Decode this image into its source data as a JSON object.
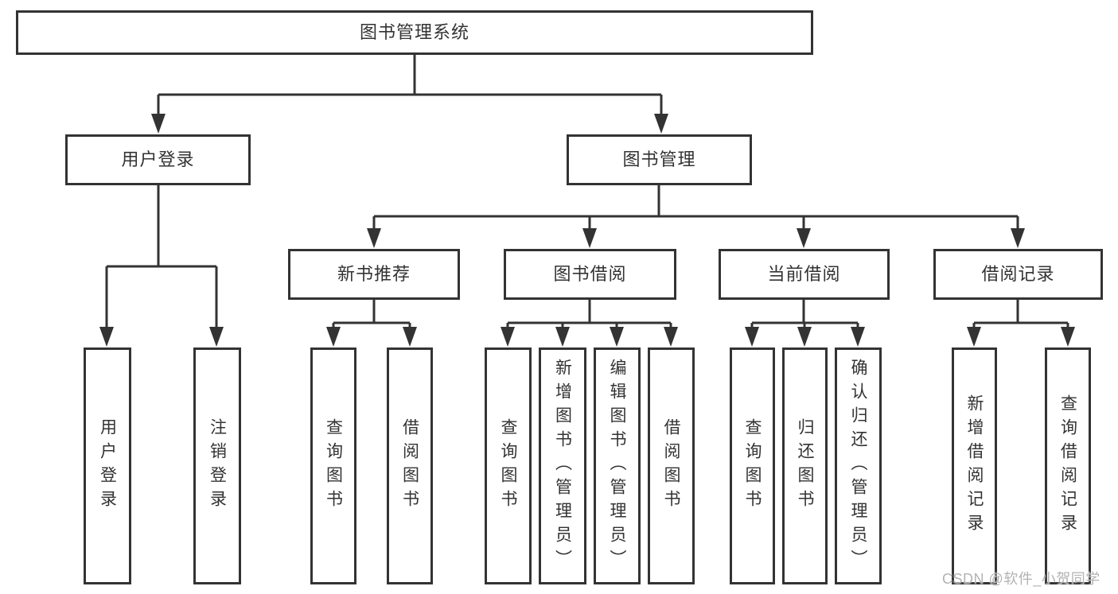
{
  "diagram": {
    "title": "图书管理系统",
    "line_color": "#333333",
    "box_border_color": "#333333",
    "box_fill_color": "#ffffff",
    "text_color": "#333333",
    "watermark": "CSDN @软件_小贺同学",
    "watermark_color": "#b3b3b3",
    "nodes": {
      "root": "图书管理系统",
      "user_login": "用户登录",
      "book_mgmt": "图书管理",
      "new_books": "新书推荐",
      "book_borrow": "图书借阅",
      "current_borrow": "当前借阅",
      "borrow_records": "借阅记录",
      "leaves": {
        "user_login": [
          "用户登录",
          "注销登录"
        ],
        "new_books": [
          "查询图书",
          "借阅图书"
        ],
        "book_borrow": [
          "查询图书",
          "新增图书（管理员）",
          "编辑图书（管理员）",
          "借阅图书"
        ],
        "current_borrow": [
          "查询图书",
          "归还图书",
          "确认归还（管理员）"
        ],
        "borrow_records": [
          "新增借阅记录",
          "查询借阅记录"
        ]
      }
    }
  }
}
